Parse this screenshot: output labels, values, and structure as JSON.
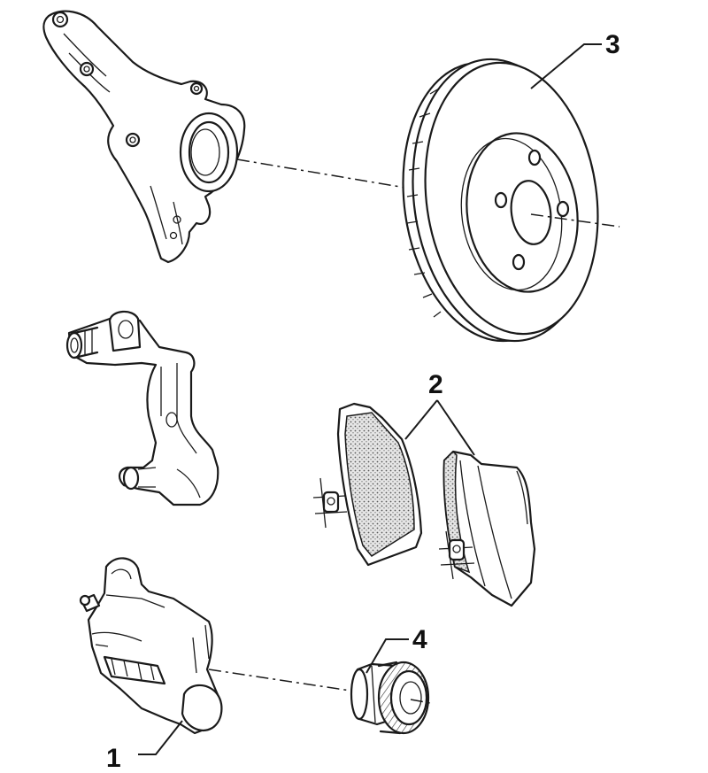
{
  "callouts": {
    "caliper": "1",
    "pads": "2",
    "disc": "3",
    "piston": "4"
  },
  "colors": {
    "ink": "#1a1a1a",
    "background": "#ffffff",
    "pad_friction_shade": "#cfcfcf"
  }
}
